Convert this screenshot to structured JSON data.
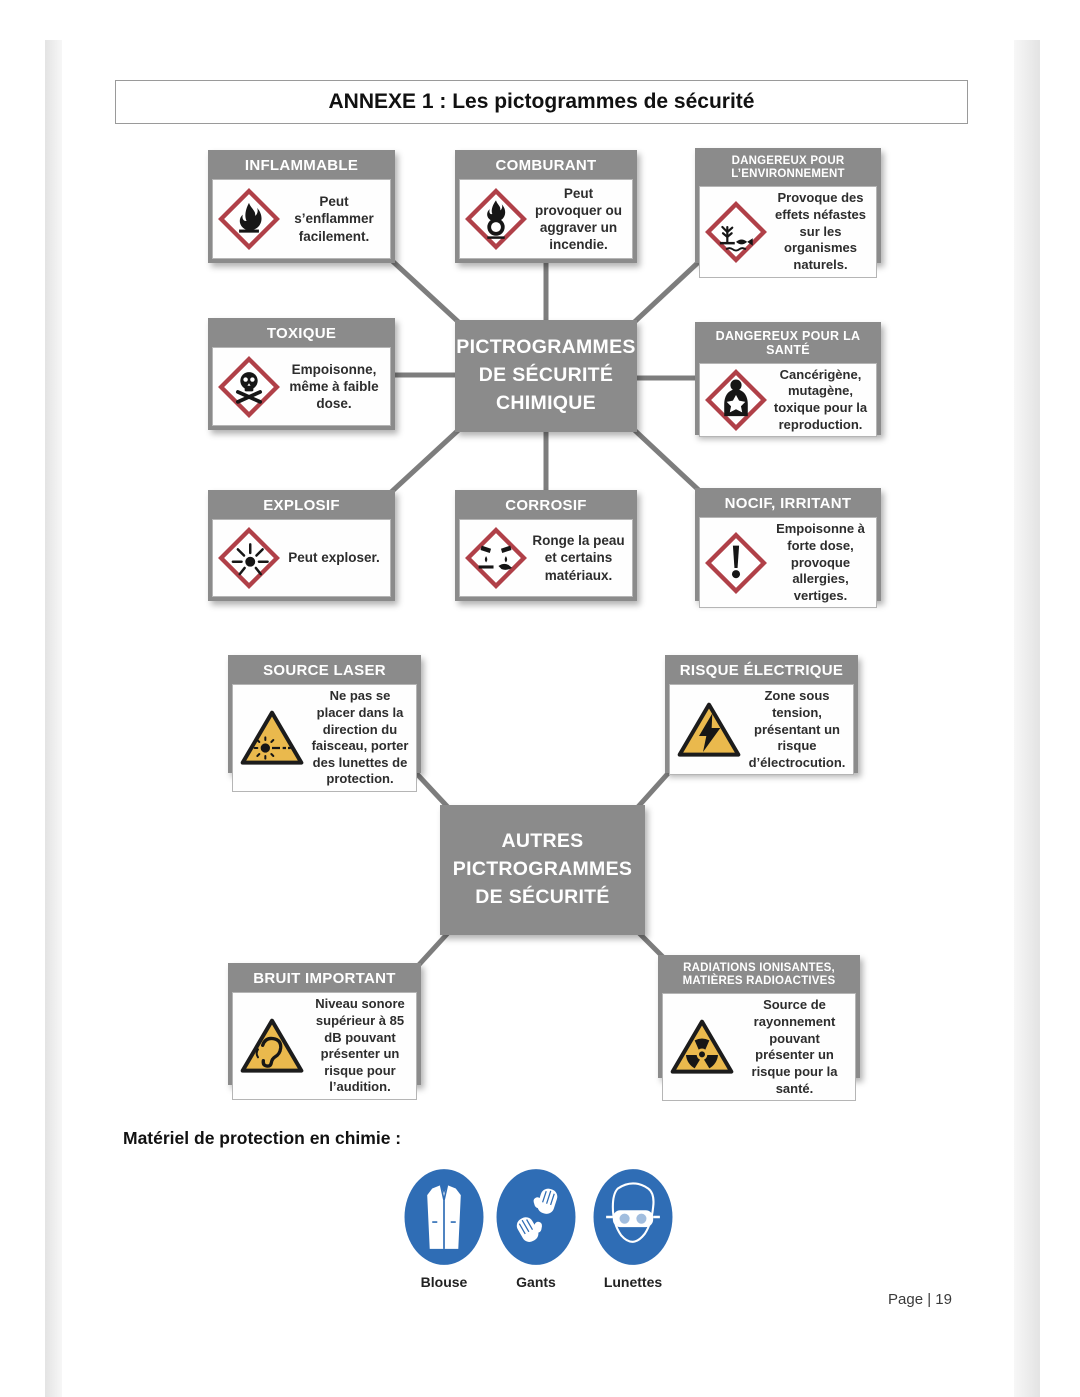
{
  "doc": {
    "title": "ANNEXE 1 : Les pictogrammes de sécurité",
    "footer": "Page | 19"
  },
  "chimique": {
    "center": "PICTROGRAMMES\nDE SÉCURITÉ\nCHIMIQUE",
    "boxes": [
      {
        "title": "INFLAMMABLE",
        "text": "Peut s’enflammer facilement.",
        "icon": "flame-icon"
      },
      {
        "title": "COMBURANT",
        "text": "Peut provoquer ou aggraver un incendie.",
        "icon": "flame-over-circle-icon"
      },
      {
        "title": "DANGEREUX POUR\nL’ENVIRONNEMENT",
        "text": "Provoque des effets néfastes sur les organismes naturels.",
        "icon": "environment-icon"
      },
      {
        "title": "TOXIQUE",
        "text": "Empoisonne, même à faible dose.",
        "icon": "skull-crossbones-icon"
      },
      {
        "title": "DANGEREUX POUR LA SANTÉ",
        "text": "Cancérigène, mutagène, toxique pour la reproduction.",
        "icon": "health-hazard-icon"
      },
      {
        "title": "EXPLOSIF",
        "text": "Peut exploser.",
        "icon": "exploding-bomb-icon"
      },
      {
        "title": "CORROSIF",
        "text": "Ronge la peau et certains matériaux.",
        "icon": "corrosion-icon"
      },
      {
        "title": "NOCIF, IRRITANT",
        "text": "Empoisonne à forte dose, provoque allergies, vertiges.",
        "icon": "exclamation-icon"
      }
    ]
  },
  "autres": {
    "center": "AUTRES\nPICTROGRAMMES\nDE SÉCURITÉ",
    "boxes": [
      {
        "title": "SOURCE LASER",
        "text": "Ne pas se placer dans la direction du faisceau, porter des lunettes de protection.",
        "icon": "laser-warning-icon"
      },
      {
        "title": "RISQUE ÉLECTRIQUE",
        "text": "Zone sous tension, présentant un risque d’électrocution.",
        "icon": "electric-hazard-icon"
      },
      {
        "title": "BRUIT IMPORTANT",
        "text": "Niveau sonore supérieur à 85 dB pouvant présenter un risque pour l’audition.",
        "icon": "noise-warning-icon"
      },
      {
        "title": "RADIATIONS IONISANTES,\nMATIÈRES RADIOACTIVES",
        "text": "Source de rayonnement pouvant présenter un risque pour la santé.",
        "icon": "radioactive-icon"
      }
    ]
  },
  "protection": {
    "heading": "Matériel de protection en chimie :",
    "items": [
      {
        "label": "Blouse",
        "icon": "lab-coat-icon"
      },
      {
        "label": "Gants",
        "icon": "gloves-icon"
      },
      {
        "label": "Lunettes",
        "icon": "goggles-icon"
      }
    ]
  },
  "colors": {
    "box_gray": "#8b8b8b",
    "ghs_red": "#b04048",
    "warning_yellow": "#eab94d",
    "ppe_blue": "#2f6db5"
  }
}
